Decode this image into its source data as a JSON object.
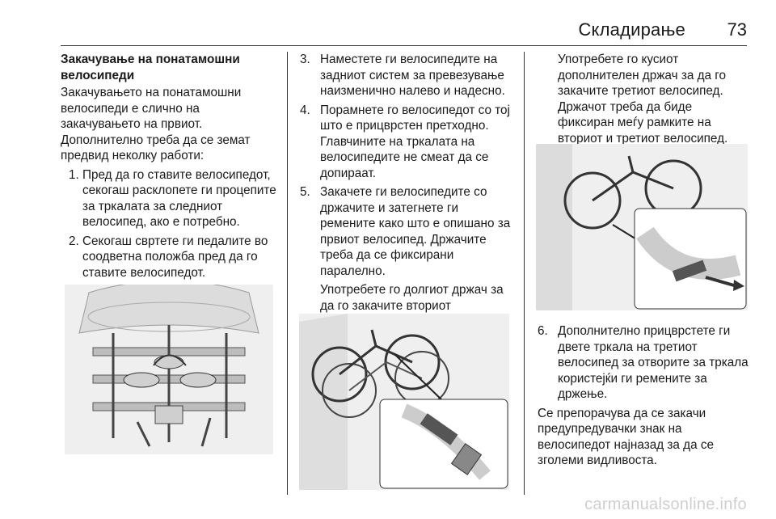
{
  "header": {
    "title": "Складирање",
    "page_number": "73"
  },
  "col1": {
    "heading": "Закачување на понатамошни велосипеди",
    "intro": "Закачувањето на понатамошни велосипеди е слично на закачувањето на првиот. Дополнително треба да се земат предвид неколку работи:",
    "items": [
      {
        "num": "1.",
        "text": "Пред да го ставите велосипедот, секогаш расклопете ги процепите за тркалата за следниот велосипед, ако е потребно."
      },
      {
        "num": "2.",
        "text": "Секогаш свртете ги педалите во соодветна положба пред да го ставите велосипедот."
      }
    ]
  },
  "col2": {
    "items": [
      {
        "num": "3.",
        "text": "Наместете ги велосипедите на задниот систем за превезување наизменично налево и надесно."
      },
      {
        "num": "4.",
        "text": "Порамнете го велосипедот со тој што е прицврстен претходно. Главчините на тркалата на велосипедите не смеат да се допираат."
      },
      {
        "num": "5.",
        "text": "Закачете ги велосипедите со држачите и затегнете ги ремените како што е опишано за првиот велосипед. Држачите треба да се фиксирани паралелно."
      }
    ],
    "extra": "Употребете го долгиот држач за да го закачите вториот велосипед на багажникот."
  },
  "col3": {
    "intro": "Употребете го кусиот дополнителен држач за да го закачите третиот велосипед. Држачот треба да биде фиксиран меѓу рамките на вториот и третиот велосипед.",
    "items": [
      {
        "num": "6.",
        "text": "Дополнително прицврстете ги двете тркала на третиот велосипед за отворите за тркала користејќи ги ремените за држење."
      }
    ],
    "outro": "Се препорачува да се закачи предупредувачки знак на велосипедот најназад за да се зголеми видливоста."
  },
  "footer": {
    "watermark": "carmanualsonline.info"
  }
}
